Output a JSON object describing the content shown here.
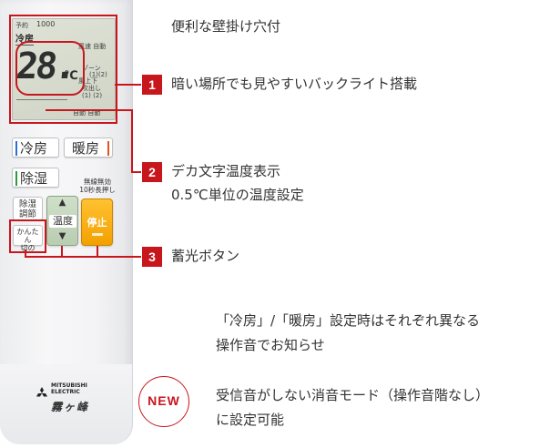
{
  "remote": {
    "lcd": {
      "label_timer": "予約",
      "label_hours": "1000",
      "mode_text": "冷房",
      "temperature": "28.",
      "unit": "℃",
      "fan_label": "風速 自動",
      "zone_label": "ゾーン",
      "zone_value": "(1)(2)",
      "vane_ud": "風上下",
      "vane_lr": "吹出し",
      "vane_lr_values": "(1) (2)",
      "auto_row": "自動 自動"
    },
    "buttons": {
      "cool": "冷房",
      "heat": "暖房",
      "dry": "除湿",
      "dehum_adjust": [
        "除湿",
        "調節"
      ],
      "kantan_off": [
        "かんたん",
        "切",
        "の"
      ],
      "temp": "温度",
      "temp_up": "▲",
      "temp_down": "▼",
      "stop": "停止",
      "mute_label": [
        "無線無効",
        "10秒長押し"
      ]
    },
    "colors": {
      "cool_bar": "#2a6fd1",
      "heat_bar": "#e0561a",
      "dry_bar": "#2e9a3a"
    },
    "brand": {
      "logo_text": "MITSUBISHI ELECTRIC",
      "sub_brand": "霧ヶ峰"
    }
  },
  "features": {
    "wall_hook": "便利な壁掛け穴付",
    "items": [
      {
        "number": "1",
        "text": "暗い場所でも見やすいバックライト搭載"
      },
      {
        "number": "2",
        "lines": [
          "デカ文字温度表示",
          "0.5℃単位の温度設定"
        ]
      },
      {
        "number": "3",
        "text": "蓄光ボタン"
      }
    ],
    "sound_note": [
      "「冷房」/「暖房」設定時はそれぞれ異なる",
      "操作音でお知らせ"
    ],
    "new_badge": "NEW",
    "new_feature": [
      "受信音がしない消音モード（操作音階なし）",
      "に設定可能"
    ]
  },
  "accent_color": "#c8161d"
}
